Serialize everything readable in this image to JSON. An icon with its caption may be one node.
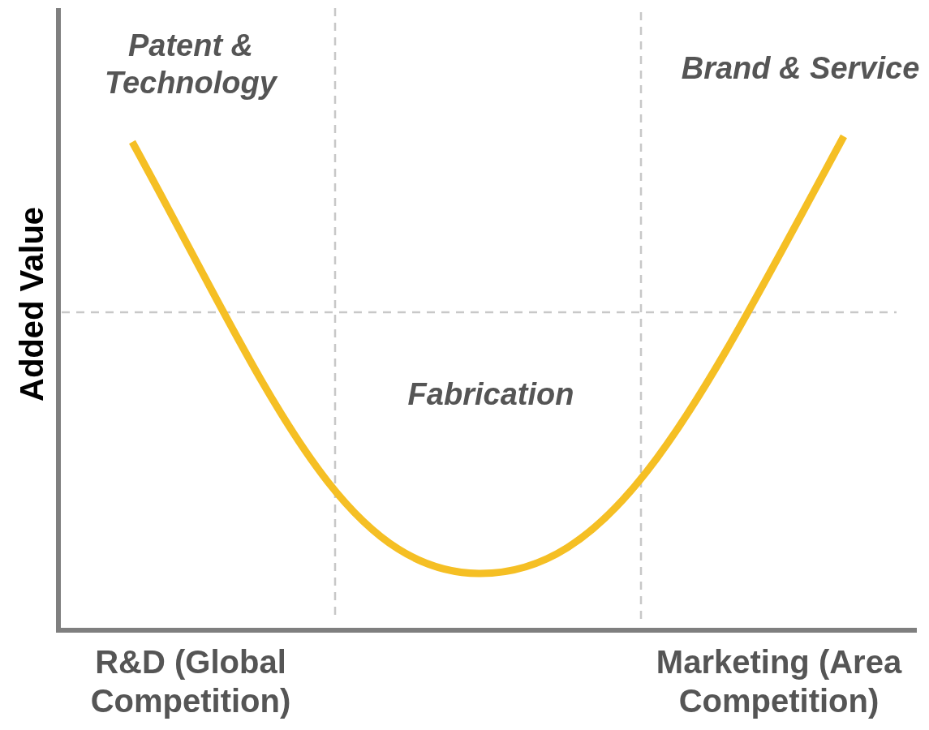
{
  "diagram": {
    "labels": [
      "Patent & Technology",
      "Brand & Service",
      "Added Value",
      "Fabrication",
      "R&D (Global Competition)",
      "Marketing (Area Competition)"
    ]
  }
}
